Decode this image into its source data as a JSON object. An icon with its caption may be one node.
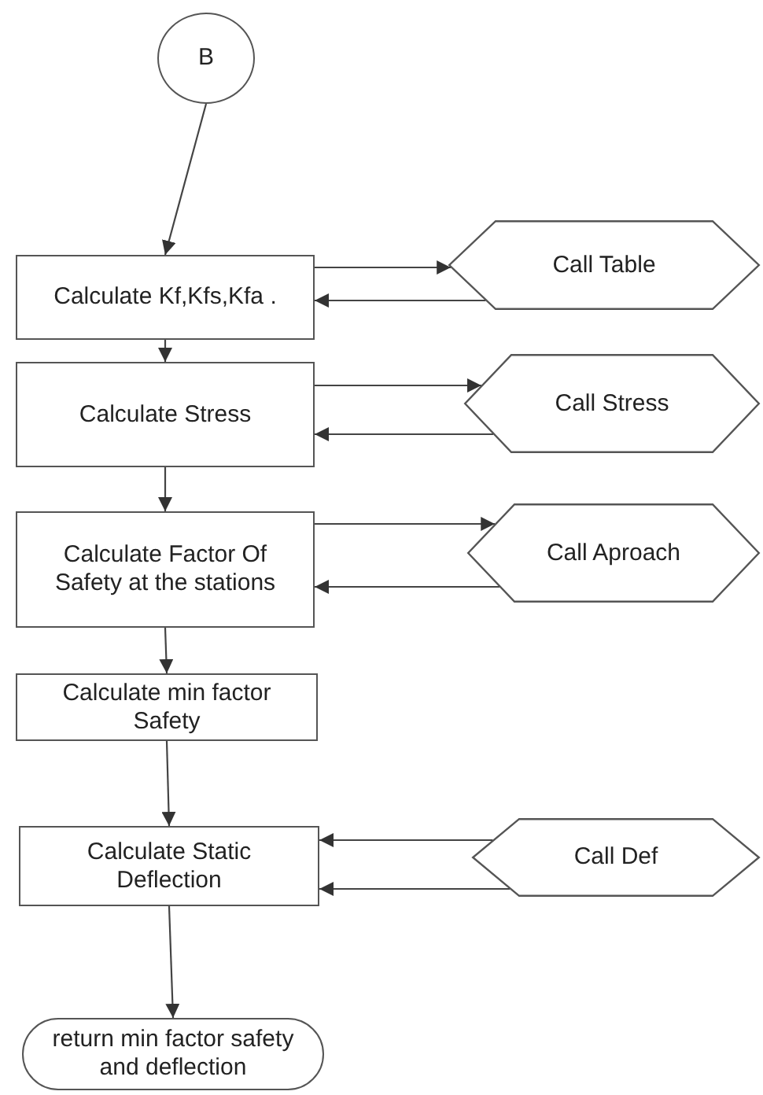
{
  "diagram": {
    "nodes": [
      {
        "text": [
          "B"
        ]
      },
      {
        "text": [
          "Calculate Kf,Kfs,Kfa ."
        ]
      },
      {
        "text": [
          "Call Table"
        ]
      },
      {
        "text": [
          "Calculate Stress"
        ]
      },
      {
        "text": [
          "Call Stress"
        ]
      },
      {
        "text": [
          "Calculate Factor Of Safety at the stations"
        ]
      },
      {
        "text": [
          "Call Aproach"
        ]
      },
      {
        "text": [
          "Calculate min factor Safety"
        ]
      },
      {
        "text": [
          "Calculate Static Deflection"
        ]
      },
      {
        "text": [
          "Call Def"
        ]
      },
      {
        "text": [
          "return min factor safety and deflection"
        ]
      }
    ],
    "edges": [
      {
        "from": 0,
        "to": 1,
        "arrow": "to"
      },
      {
        "from": 1,
        "to": 2,
        "arrow": "to"
      },
      {
        "from": 2,
        "to": 1,
        "arrow": "to"
      },
      {
        "from": 1,
        "to": 3,
        "arrow": "to"
      },
      {
        "from": 3,
        "to": 4,
        "arrow": "to"
      },
      {
        "from": 4,
        "to": 3,
        "arrow": "to"
      },
      {
        "from": 3,
        "to": 5,
        "arrow": "to"
      },
      {
        "from": 5,
        "to": 6,
        "arrow": "to"
      },
      {
        "from": 6,
        "to": 5,
        "arrow": "to"
      },
      {
        "from": 5,
        "to": 7,
        "arrow": "to"
      },
      {
        "from": 7,
        "to": 8,
        "arrow": "to"
      },
      {
        "from": 9,
        "to": 8,
        "arrow": "to"
      },
      {
        "from": 9,
        "to": 8,
        "arrow": "to"
      },
      {
        "from": 8,
        "to": 10,
        "arrow": "to"
      }
    ]
  }
}
